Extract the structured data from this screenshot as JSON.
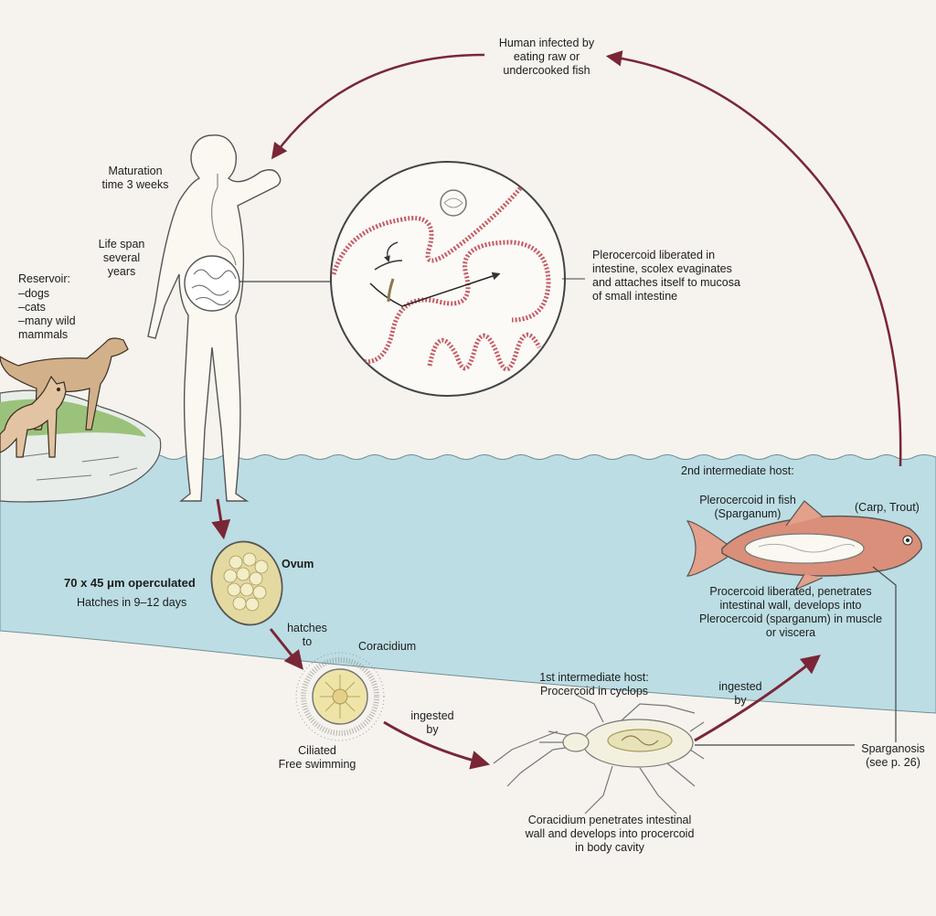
{
  "labels": {
    "human_infected": "Human infected by\neating raw or\nundercooked fish",
    "maturation": "Maturation\ntime 3 weeks",
    "life_span": "Life span\nseveral\nyears",
    "reservoir_title": "Reservoir:",
    "reservoir_items": "–dogs\n–cats\n–many wild\nmammals",
    "plerocercoid_liberated": "Plerocercoid liberated in\nintestine, scolex evaginates\nand attaches itself to mucosa\nof small intestine",
    "second_host": "2nd intermediate host:",
    "plerocercoid_in_fish": "Plerocercoid in fish\n(Sparganum)",
    "carp_trout": "(Carp, Trout)",
    "procercoid_liberated": "Procercoid liberated, penetrates\nintestinal wall, develops into\nPlerocercoid (sparganum) in muscle\nor viscera",
    "ovum": "Ovum",
    "ovum_size": "70 x 45 μm operculated",
    "hatches_days": "Hatches in 9–12 days",
    "hatches_to": "hatches\nto",
    "coracidium": "Coracidium",
    "ciliated": "Ciliated\nFree swimming",
    "ingested_by_1": "ingested\nby",
    "first_host": "1st intermediate host:\nProcercoid in cyclops",
    "ingested_by_2": "ingested\nby",
    "sparganosis": "Sparganosis\n(see p. 26)",
    "coracidium_penetrates": "Coracidium penetrates intestinal\nwall and develops into procercoid\nin body cavity"
  },
  "colors": {
    "arrow": "#7a2636",
    "water": "#bcdde3",
    "skin": "#fbf8f2",
    "worm": "#c45c66",
    "egg": "#e4d9a0",
    "fish": "#d98f7a",
    "animal": "#d2b08a",
    "grass": "#9bc27a"
  }
}
